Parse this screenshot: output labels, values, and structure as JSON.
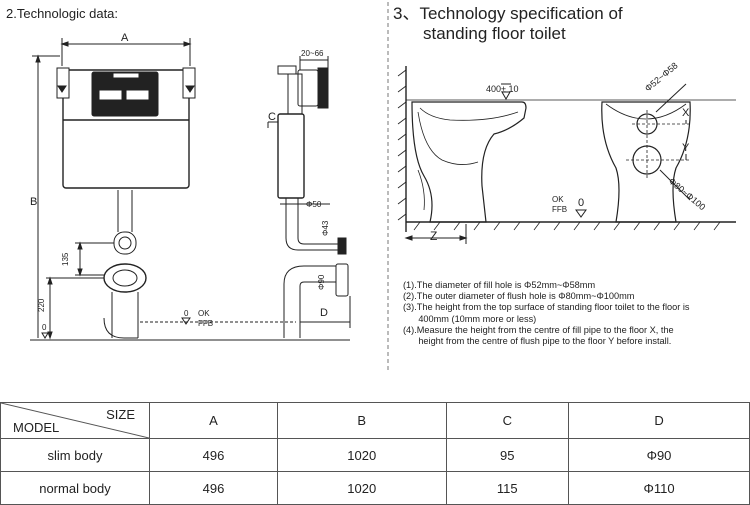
{
  "headings": {
    "left": "2.Technologic data:",
    "right_line1": "3、Technology specification of",
    "right_line2": "standing floor toilet"
  },
  "tank_diagram": {
    "dim_A": "A",
    "dim_B": "B",
    "dim_C": "C",
    "dim_D": "D",
    "dim_20_66": "20~66",
    "dim_135": "135",
    "dim_220": "220",
    "zero_left": "0",
    "zero_ok": "0",
    "ok": "OK",
    "ffb": "FFB",
    "phi50": "Φ50",
    "phi43": "Φ43",
    "phi90": "Φ90"
  },
  "toilet_diagram": {
    "height": "400±  10",
    "phi52_58": "Φ52~Φ58",
    "phi80_100": "Φ80~Φ100",
    "X": "X",
    "Y": "Y",
    "Z": "Z",
    "ok": "OK",
    "ffb": "FFB",
    "zero": "0"
  },
  "notes": [
    "(1).The diameter of fill hole is Φ52mm~Φ58mm",
    "(2).The outer diameter of flush hole is Φ80mm~Φ100mm",
    "(3).The height from the top surface of standing floor toilet to the floor is",
    "      400mm (10mm more or less)",
    "(4).Measure the height from the centre of  fill pipe to the floor X, the",
    "      height from the centre of flush pipe to the floor Y before install."
  ],
  "table": {
    "size_label": "SIZE",
    "model_label": "MODEL",
    "columns": [
      "A",
      "B",
      "C",
      "D"
    ],
    "rows": [
      {
        "model": "slim body",
        "values": [
          "496",
          "1020",
          "95",
          "Φ90"
        ]
      },
      {
        "model": "normal body",
        "values": [
          "496",
          "1020",
          "115",
          "Φ110"
        ]
      }
    ]
  }
}
